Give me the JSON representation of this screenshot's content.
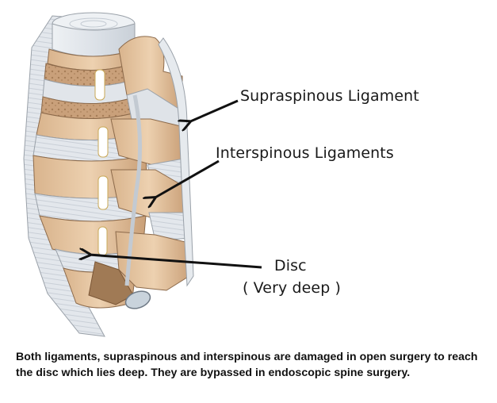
{
  "figure": {
    "subject": "Lumbar spine, lateral view",
    "labels": {
      "supraspinous": "Supraspinous Ligament",
      "interspinous": "Interspinous Ligaments",
      "disc": "Disc",
      "disc_note": "( Very deep )"
    },
    "caption": "Both ligaments, supraspinous and interspinous are damaged in open surgery to reach the disc which lies deep. They are bypassed in endoscopic spine surgery.",
    "colors": {
      "bone": "#e8c9a6",
      "bone_shadow": "#a07a55",
      "bone_dark": "#7a5636",
      "ligament": "#dfe3e8",
      "ligament_line": "#b9c0c8",
      "outline": "#8a8f96",
      "arrow": "#111111",
      "disc_inner": "#f4f0e4",
      "nucleus": "#c9d3dc"
    }
  }
}
